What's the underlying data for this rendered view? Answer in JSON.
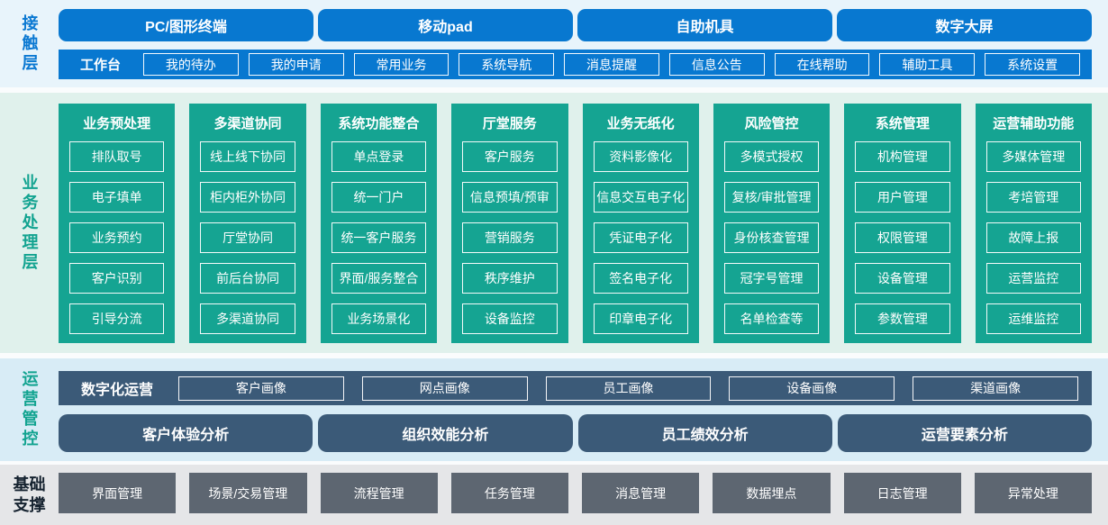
{
  "colors": {
    "blue": "#0878d0",
    "teal": "#15a492",
    "slate_blue": "#3b5a78",
    "gray": "#5d6671",
    "bg_contact": "#e8f4fb",
    "bg_business": "#e0f1ec",
    "bg_ops": "#d8ecf6",
    "bg_foundation": "#e5e6e8",
    "label_blue": "#0a78d2",
    "label_teal": "#12a390",
    "label_dark": "#15222f"
  },
  "contact_layer": {
    "label": "接触层",
    "channels": [
      "PC/图形终端",
      "移动pad",
      "自助机具",
      "数字大屏"
    ],
    "workbench": {
      "label": "工作台",
      "items": [
        "我的待办",
        "我的申请",
        "常用业务",
        "系统导航",
        "消息提醒",
        "信息公告",
        "在线帮助",
        "辅助工具",
        "系统设置"
      ]
    }
  },
  "business_layer": {
    "label": "业务处理层",
    "columns": [
      {
        "title": "业务预处理",
        "items": [
          "排队取号",
          "电子填单",
          "业务预约",
          "客户识别",
          "引导分流"
        ]
      },
      {
        "title": "多渠道协同",
        "items": [
          "线上线下协同",
          "柜内柜外协同",
          "厅堂协同",
          "前后台协同",
          "多渠道协同"
        ]
      },
      {
        "title": "系统功能整合",
        "items": [
          "单点登录",
          "统一门户",
          "统一客户服务",
          "界面/服务整合",
          "业务场景化"
        ]
      },
      {
        "title": "厅堂服务",
        "items": [
          "客户服务",
          "信息预填/预审",
          "营销服务",
          "秩序维护",
          "设备监控"
        ]
      },
      {
        "title": "业务无纸化",
        "items": [
          "资料影像化",
          "信息交互电子化",
          "凭证电子化",
          "签名电子化",
          "印章电子化"
        ]
      },
      {
        "title": "风险管控",
        "items": [
          "多模式授权",
          "复核/审批管理",
          "身份核查管理",
          "冠字号管理",
          "名单检查等"
        ]
      },
      {
        "title": "系统管理",
        "items": [
          "机构管理",
          "用户管理",
          "权限管理",
          "设备管理",
          "参数管理"
        ]
      },
      {
        "title": "运营辅助功能",
        "items": [
          "多媒体管理",
          "考培管理",
          "故障上报",
          "运营监控",
          "运维监控"
        ]
      }
    ]
  },
  "operations_layer": {
    "label": "运营管控",
    "digital_ops": {
      "label": "数字化运营",
      "items": [
        "客户画像",
        "网点画像",
        "员工画像",
        "设备画像",
        "渠道画像"
      ]
    },
    "analysis": [
      "客户体验分析",
      "组织效能分析",
      "员工绩效分析",
      "运营要素分析"
    ]
  },
  "foundation_layer": {
    "label": "基础支撑",
    "items": [
      "界面管理",
      "场景/交易管理",
      "流程管理",
      "任务管理",
      "消息管理",
      "数据埋点",
      "日志管理",
      "异常处理"
    ]
  }
}
